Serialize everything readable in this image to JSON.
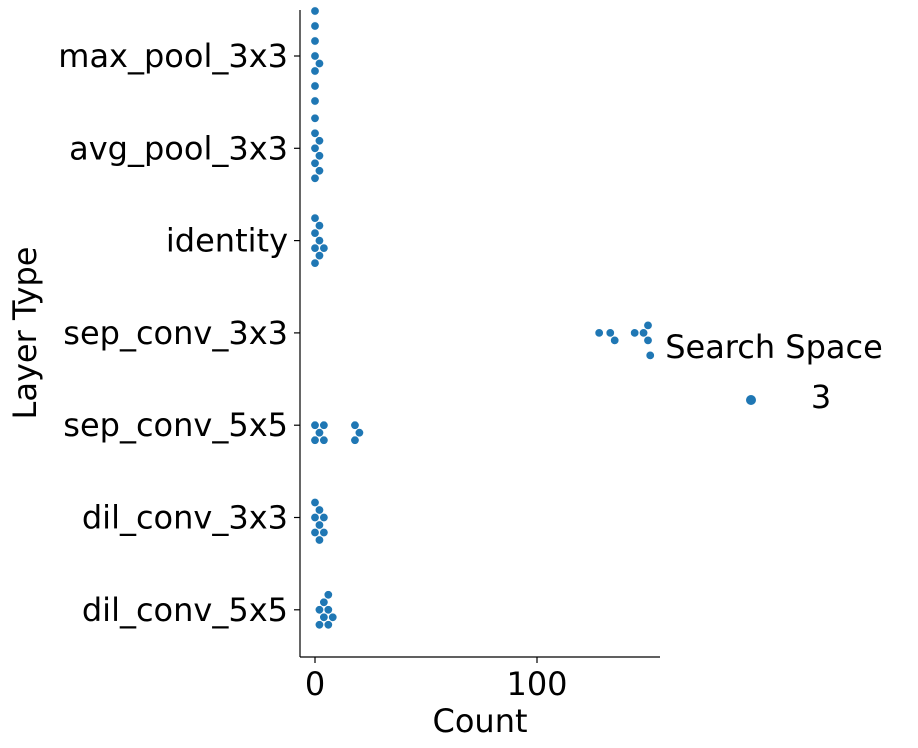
{
  "chart_data": {
    "type": "scatter",
    "subtype": "swarm",
    "orientation": "horizontal",
    "xlabel": "Count",
    "ylabel": "Layer Type",
    "xlim": [
      -7,
      158
    ],
    "xticks": [
      0,
      100
    ],
    "categories": [
      "max_pool_3x3",
      "avg_pool_3x3",
      "identity",
      "sep_conv_3x3",
      "sep_conv_5x5",
      "dil_conv_3x3",
      "dil_conv_5x5"
    ],
    "series": [
      {
        "name": "3",
        "color": "#1f77b4",
        "values": [
          [
            0,
            0,
            0,
            0,
            0,
            0,
            0,
            2
          ],
          [
            0,
            0,
            0,
            0,
            0,
            2,
            2,
            2
          ],
          [
            2,
            2,
            2,
            0,
            0,
            0,
            0,
            4
          ],
          [
            128,
            133,
            135,
            144,
            148,
            150,
            150,
            151
          ],
          [
            0,
            0,
            2,
            4,
            4,
            18,
            18,
            20
          ],
          [
            0,
            0,
            0,
            2,
            2,
            2,
            4,
            4
          ],
          [
            2,
            2,
            4,
            4,
            6,
            6,
            6,
            8
          ]
        ]
      }
    ],
    "legend": {
      "title": "Search Space",
      "position": "right"
    },
    "grid": false
  }
}
